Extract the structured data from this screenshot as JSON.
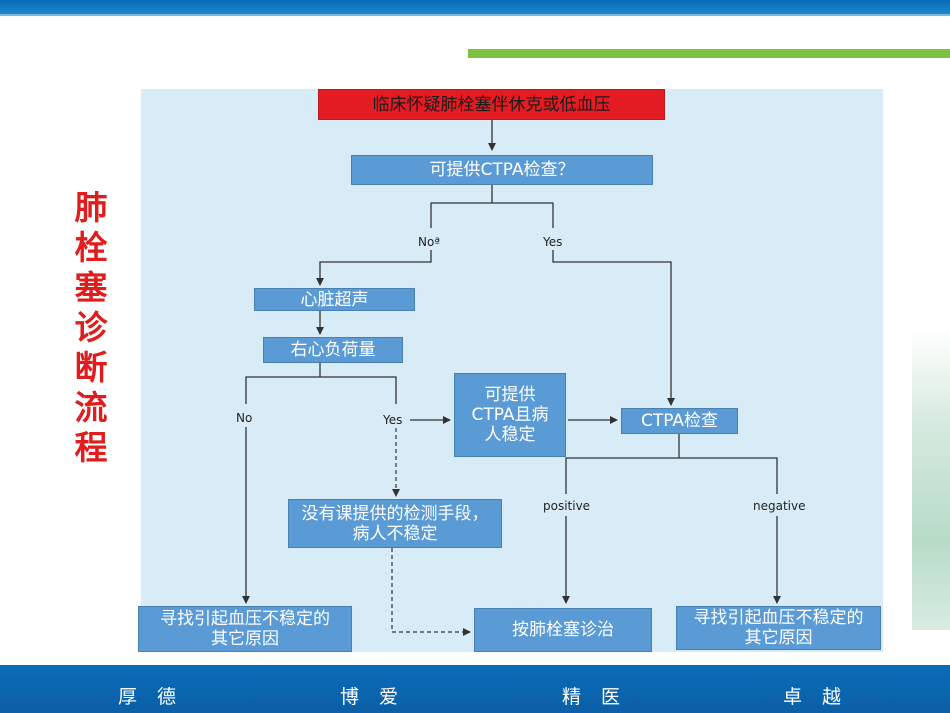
{
  "title": "肺栓塞诊断流程",
  "nodes": {
    "start": "临床怀疑肺栓塞伴休克或低血压",
    "ctpa_available": "可提供CTPA检查？",
    "echo": "心脏超声",
    "rv_load": "右心负荷量",
    "ctpa_stable": "可提供CTPA且病人稳定",
    "ctpa_exam": "CTPA检查",
    "no_test_unstable": "没有课提供的检测手段，病人不稳定",
    "other_causes_left": "寻找引起血压不稳定的其它原因",
    "treat_pe": "按肺栓塞诊治",
    "other_causes_right": "寻找引起血压不稳定的其它原因"
  },
  "labels": {
    "no_a": "Noª",
    "yes_1": "Yes",
    "no_2": "No",
    "yes_2": "Yes",
    "positive": "positive",
    "negative": "negative"
  },
  "motto": [
    "厚德",
    "博爱",
    "精医",
    "卓越"
  ],
  "colors": {
    "node_fill": "#5b9bd5",
    "start_fill": "#e31b23",
    "panel_bg": "#d8ecf7",
    "title_color": "#e11c1c",
    "bar_blue": "#0a6cb8",
    "bar_green": "#7cc242"
  }
}
